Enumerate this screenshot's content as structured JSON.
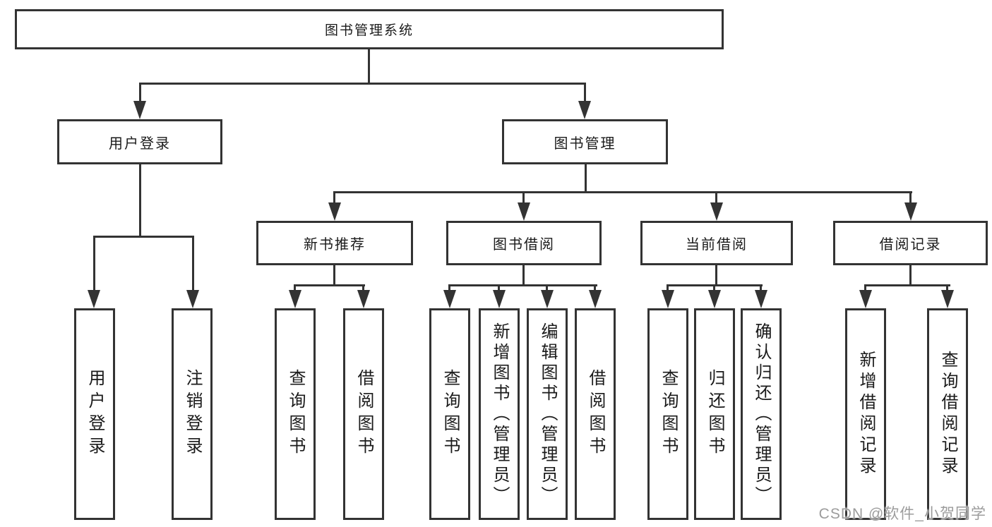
{
  "tree": {
    "root": {
      "label": "图书管理系统"
    },
    "branches": [
      {
        "label": "用户登录",
        "children": [
          {
            "label": "用户登录"
          },
          {
            "label": "注销登录"
          }
        ]
      },
      {
        "label": "图书管理",
        "modules": [
          {
            "label": "新书推荐",
            "children": [
              {
                "label": "查询图书"
              },
              {
                "label": "借阅图书"
              }
            ]
          },
          {
            "label": "图书借阅",
            "children": [
              {
                "label": "查询图书"
              },
              {
                "label": "新增图书（管理员）"
              },
              {
                "label": "编辑图书（管理员）"
              },
              {
                "label": "借阅图书"
              }
            ]
          },
          {
            "label": "当前借阅",
            "children": [
              {
                "label": "查询图书"
              },
              {
                "label": "归还图书"
              },
              {
                "label": "确认归还（管理员）"
              }
            ]
          },
          {
            "label": "借阅记录",
            "children": [
              {
                "label": "新增借阅记录"
              },
              {
                "label": "查询借阅记录"
              }
            ]
          }
        ]
      }
    ]
  },
  "watermark": {
    "text": "CSDN @软件_小贺同学"
  },
  "colors": {
    "line": "#333333",
    "border": "#333333",
    "text": "#1a1a1a",
    "watermark": "#9c9c9c",
    "background": "#ffffff"
  }
}
